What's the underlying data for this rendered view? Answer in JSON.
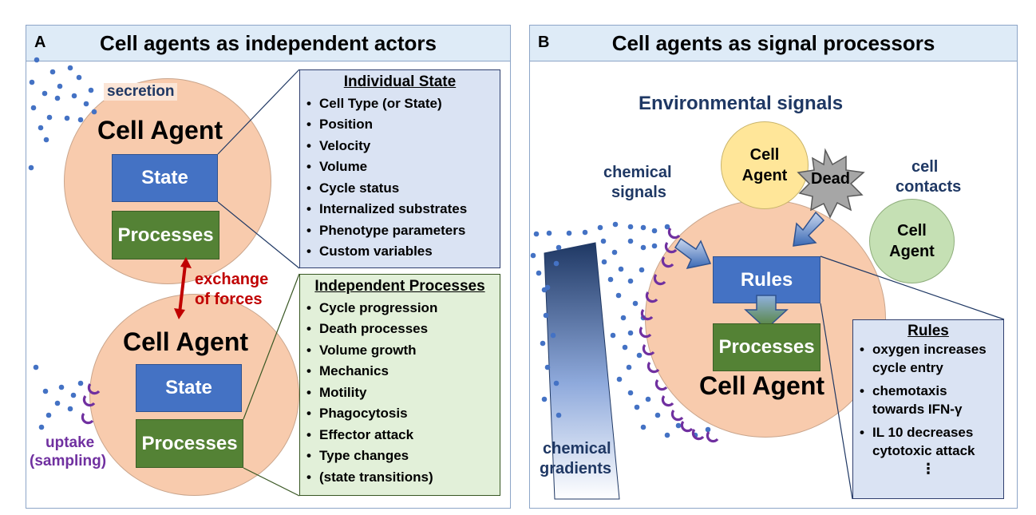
{
  "panel_a": {
    "letter": "A",
    "title": "Cell agents as independent actors",
    "secretion_label": "secretion",
    "top_cell": {
      "label": "Cell  Agent",
      "state": "State",
      "processes": "Processes"
    },
    "bottom_cell": {
      "label": "Cell  Agent",
      "state": "State",
      "processes": "Processes"
    },
    "exchange_label_1": "exchange",
    "exchange_label_2": "of forces",
    "uptake_label_1": "uptake",
    "uptake_label_2": "(sampling)",
    "individual_state": {
      "title": "Individual State",
      "items": [
        "Cell Type (or State)",
        "Position",
        "Velocity",
        "Volume",
        "Cycle status",
        "Internalized substrates",
        "Phenotype parameters",
        "Custom variables"
      ]
    },
    "independent_processes": {
      "title": "Independent Processes",
      "items": [
        "Cycle progression",
        "Death processes",
        "Volume growth",
        "Mechanics",
        "Motility",
        "Phagocytosis",
        "Effector attack",
        "Type changes",
        "(state transitions)"
      ]
    }
  },
  "panel_b": {
    "letter": "B",
    "title": "Cell agents as signal processors",
    "environmental_signals": "Environmental signals",
    "chemical_signals_1": "chemical",
    "chemical_signals_2": "signals",
    "cell_contacts_1": "cell",
    "cell_contacts_2": "contacts",
    "dead_label": "Dead",
    "yellow_cell": {
      "line1": "Cell",
      "line2": "Agent"
    },
    "green_cell": {
      "line1": "Cell",
      "line2": "Agent"
    },
    "rules_box": "Rules",
    "processes_box": "Processes",
    "main_cell_label": "Cell  Agent",
    "chemical_gradients_1": "chemical",
    "chemical_gradients_2": "gradients",
    "rules_list": {
      "title": "Rules",
      "items": [
        "oxygen increases cycle entry",
        "chemotaxis towards IFN-γ",
        "IL 10 decreases cytotoxic attack"
      ],
      "ellipsis": "⋮"
    }
  },
  "colors": {
    "header_bg": "#deebf7",
    "cell_fill": "#f8cbad",
    "state_blue": "#4472c4",
    "process_green": "#548235",
    "state_box_bg": "#dae3f3",
    "process_box_bg": "#e2f0d9",
    "force_arrow": "#c00000",
    "dot_blue": "#4472c4",
    "uptake_purple": "#7030a0",
    "title_navy": "#1f3864"
  }
}
